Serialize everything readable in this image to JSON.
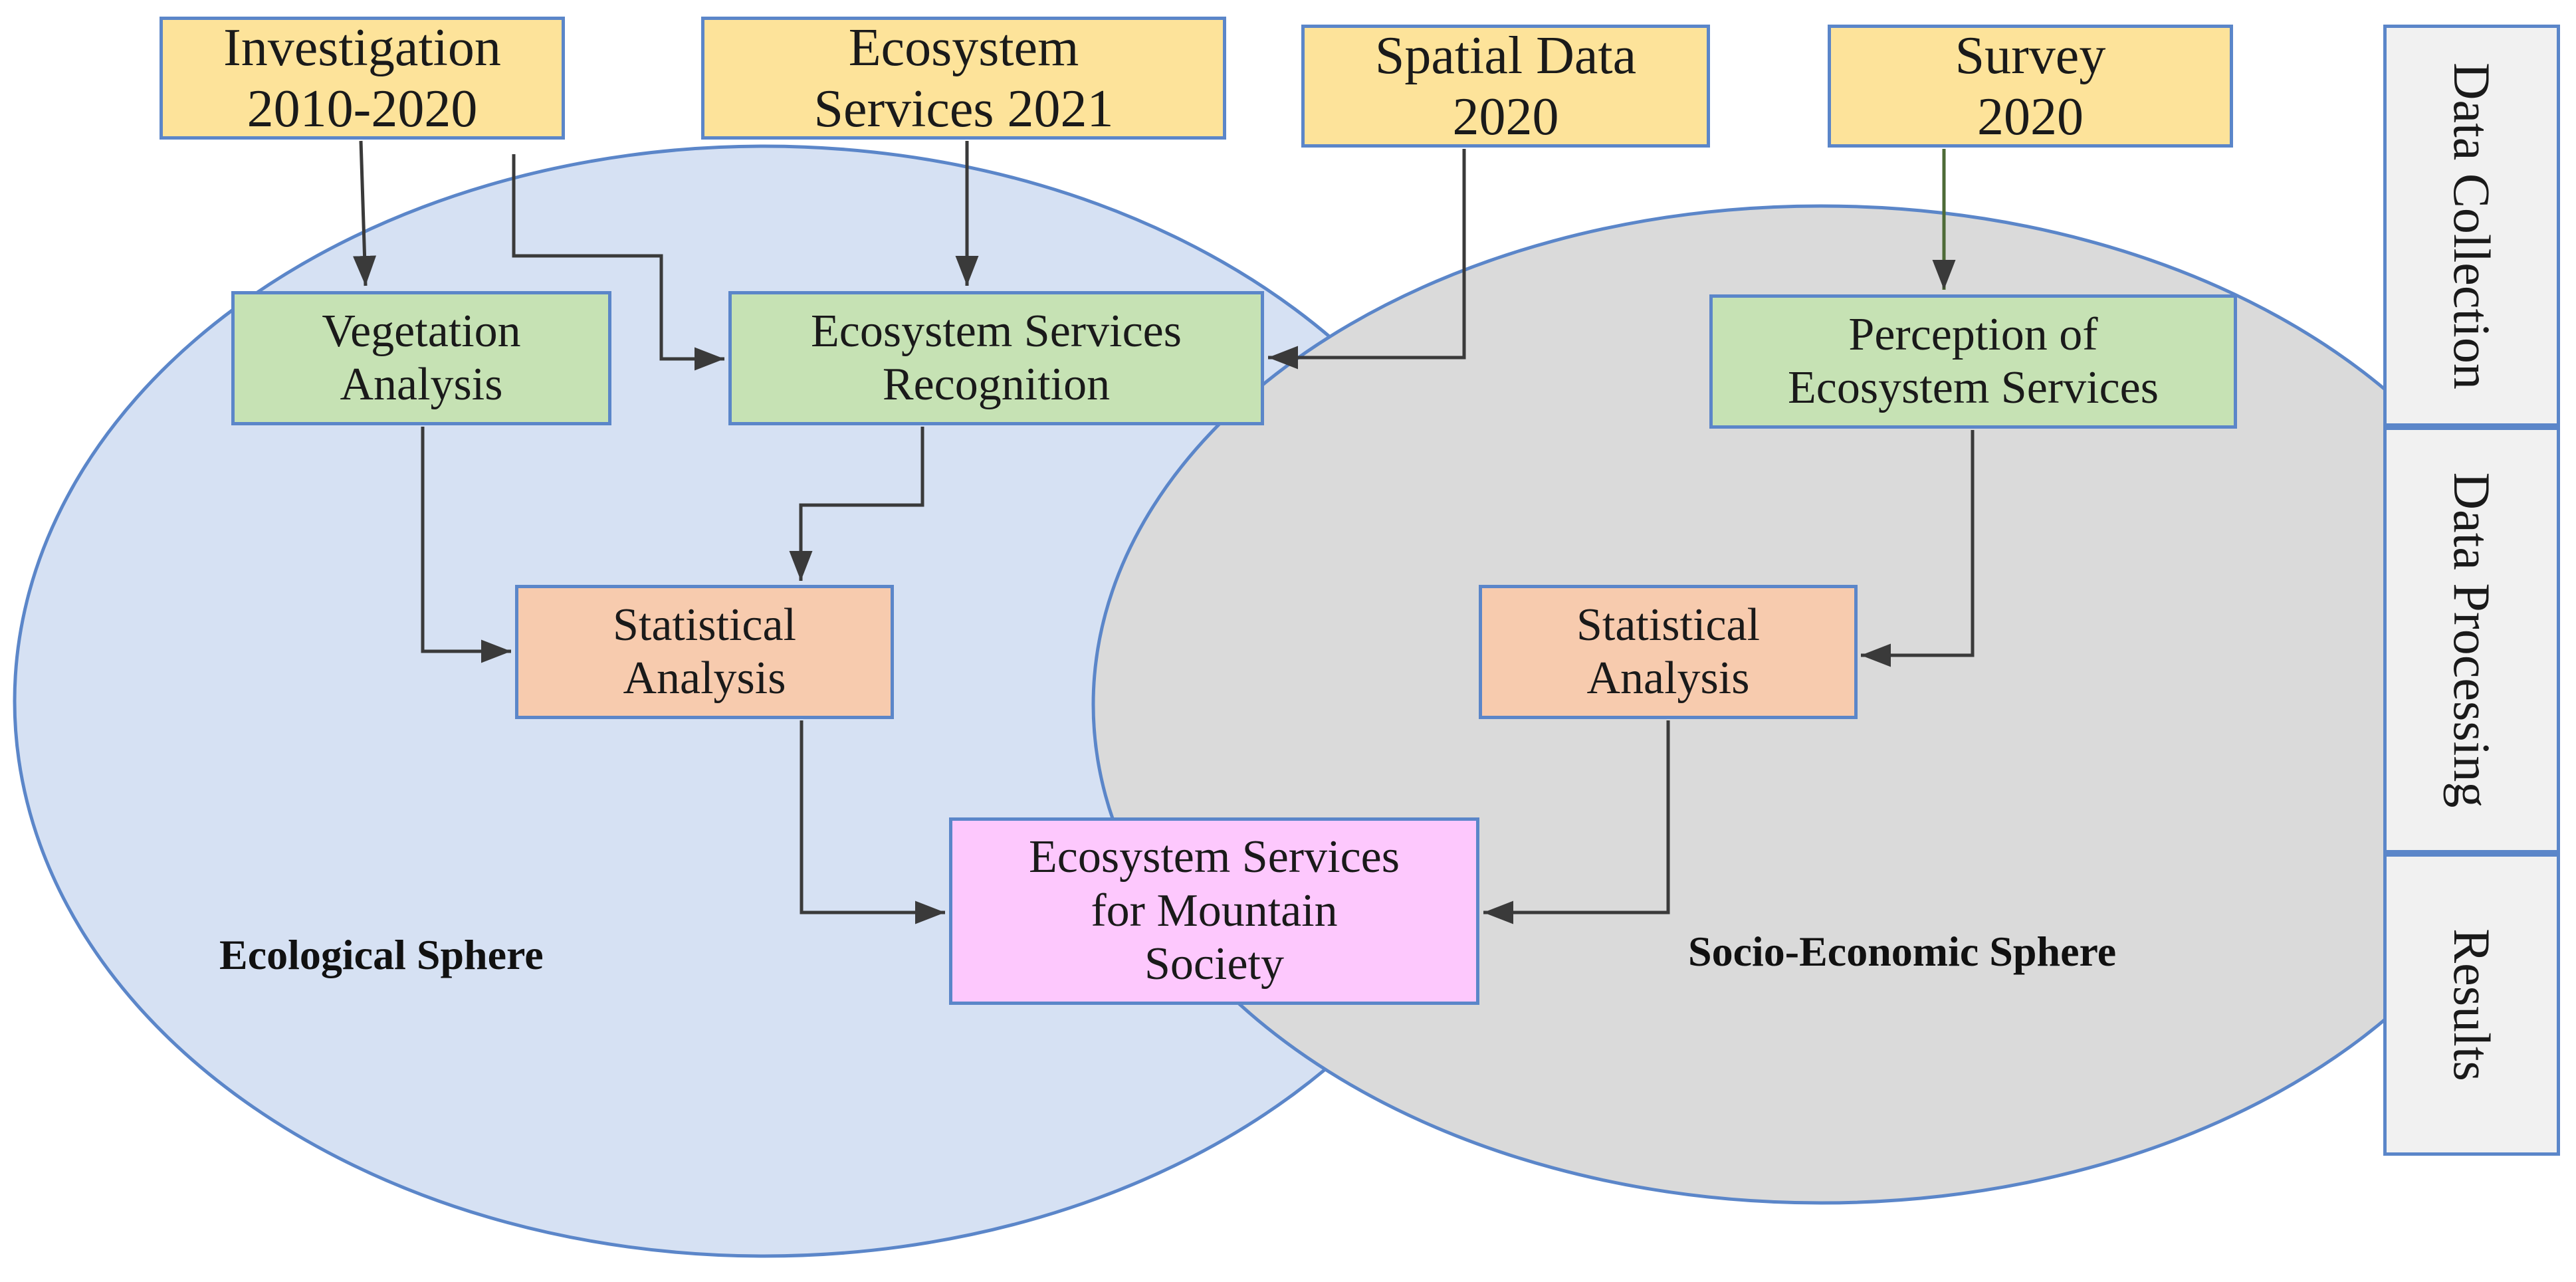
{
  "colors": {
    "ecological_sphere": "#d6e1f3",
    "socio_economic_sphere": "#dadada",
    "data_source_fill": "#fde39a",
    "processing_fill": "#c6e2b4",
    "statistics_fill": "#f7cbae",
    "result_fill": "#fdc8fd",
    "border": "#5b86c9",
    "stage_fill": "#f1f1f1"
  },
  "sources": {
    "investigation": "Investigation\n2010-2020",
    "ecosystem_services_2021": "Ecosystem\nServices 2021",
    "spatial_data": "Spatial Data\n2020",
    "survey": "Survey\n2020"
  },
  "processes": {
    "vegetation_analysis": "Vegetation\nAnalysis",
    "es_recognition": "Ecosystem Services\nRecognition",
    "perception": "Perception of\nEcosystem Services"
  },
  "statistics": {
    "left": "Statistical\nAnalysis",
    "right": "Statistical\nAnalysis"
  },
  "result": "Ecosystem Services\nfor Mountain\nSociety",
  "spheres": {
    "ecological": "Ecological Sphere",
    "socio_economic": "Socio-Economic Sphere"
  },
  "stages": {
    "data_collection": "Data Collection",
    "data_processing": "Data Processing",
    "results": "Results"
  }
}
